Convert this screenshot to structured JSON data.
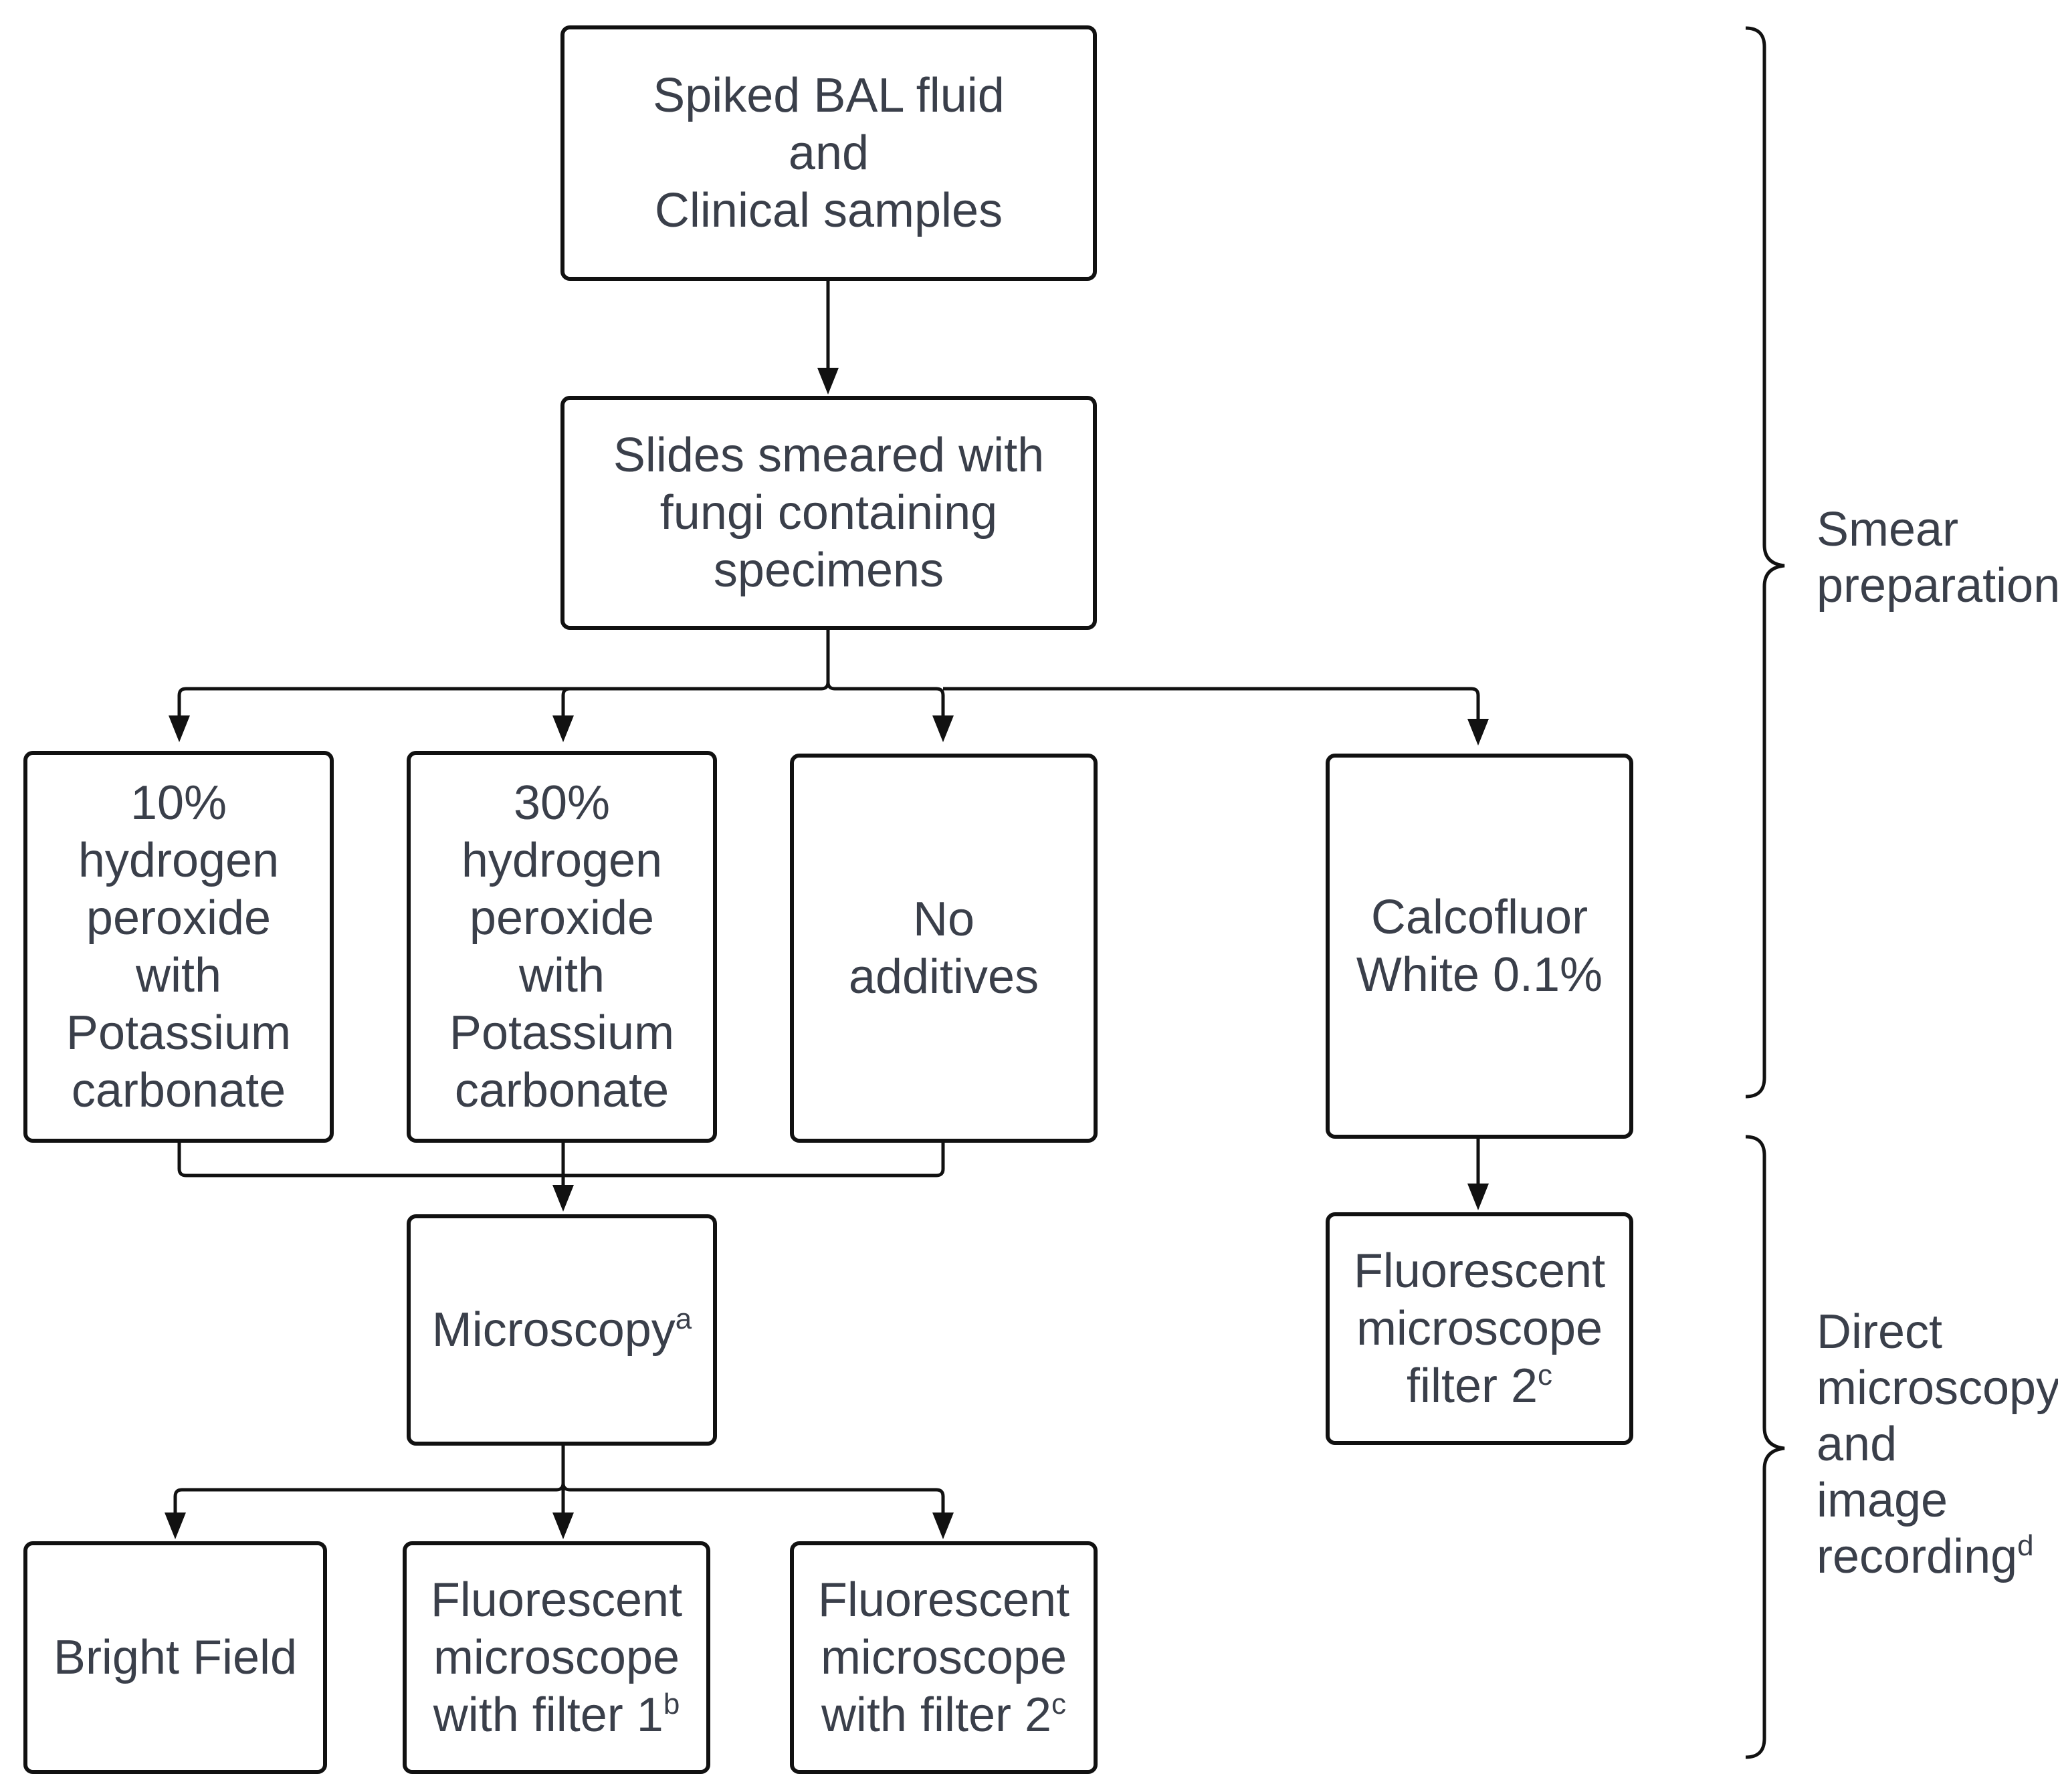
{
  "nodes": {
    "start": [
      "Spiked BAL fluid",
      "and",
      "Clinical samples"
    ],
    "slides": [
      "Slides smeared with",
      "fungi containing",
      "specimens"
    ],
    "h2o2_10": [
      "10%",
      "hydrogen",
      "peroxide",
      "with",
      "Potassium",
      "carbonate"
    ],
    "h2o2_30": [
      "30%",
      "hydrogen",
      "peroxide",
      "with",
      "Potassium",
      "carbonate"
    ],
    "no_additives": [
      "No",
      "additives"
    ],
    "calcofluor": [
      "Calcofluor",
      "White 0.1%"
    ],
    "microscopy": {
      "text": "Microscopy",
      "sup": "a"
    },
    "fluor_filter2_right": {
      "lines": [
        "Fluorescent",
        "microscope"
      ],
      "last": "filter 2",
      "sup": "c"
    },
    "bright_field": [
      "Bright Field"
    ],
    "fluor_filter1": {
      "lines": [
        "Fluorescent",
        "microscope"
      ],
      "last": "with filter 1",
      "sup": "b"
    },
    "fluor_filter2": {
      "lines": [
        "Fluorescent",
        "microscope"
      ],
      "last": "with filter 2",
      "sup": "c"
    }
  },
  "phases": {
    "smear": [
      "Smear",
      "preparation"
    ],
    "direct": {
      "lines": [
        "Direct",
        "microscopy",
        "and",
        "image"
      ],
      "last": "recording",
      "sup": "d"
    }
  }
}
